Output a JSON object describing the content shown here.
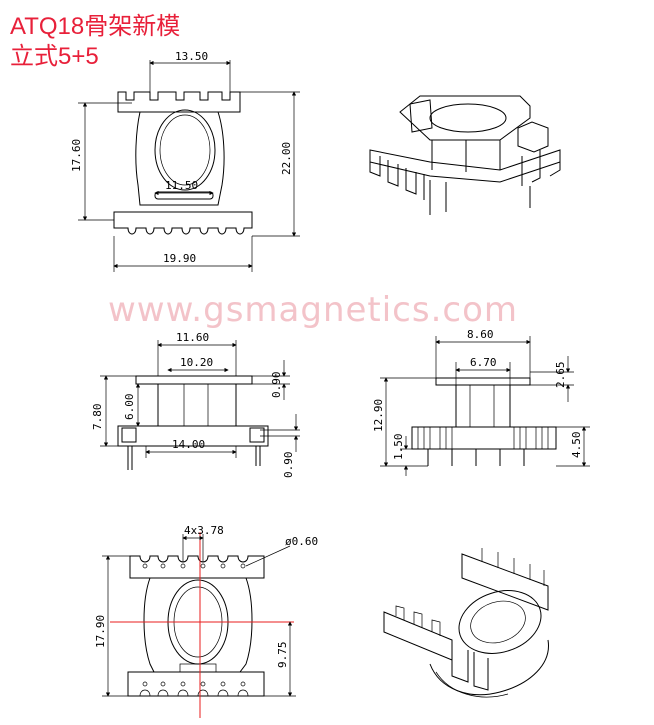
{
  "header": {
    "title_line1": "ATQ18骨架新模",
    "title_line2": "立式5+5"
  },
  "watermark": "www.gsmagnetics.com",
  "colors": {
    "title": "#e8203a",
    "watermark": "#f3c3c9",
    "centerline": "#e81e1e"
  },
  "top_view": {
    "width_top": "13.50",
    "height_inner": "17.60",
    "height_total": "22.00",
    "slot_width": "11.50",
    "width_bottom": "19.90"
  },
  "front_view": {
    "flange_width": "11.60",
    "tube_width": "10.20",
    "flange_thick_top": "0.90",
    "height_total": "7.80",
    "winding_height": "6.00",
    "base_width": "14.00",
    "pin_dia": "0.90"
  },
  "side_view": {
    "flange_width": "8.60",
    "tube_width": "6.70",
    "top_gap": "2.65",
    "height_total": "12.90",
    "base_height": "1.50",
    "pin_height": "4.50"
  },
  "bottom_view": {
    "pin_pitch": "4x3.78",
    "pin_dia": "ø0.60",
    "height_total": "17.90",
    "half_height": "9.75"
  }
}
